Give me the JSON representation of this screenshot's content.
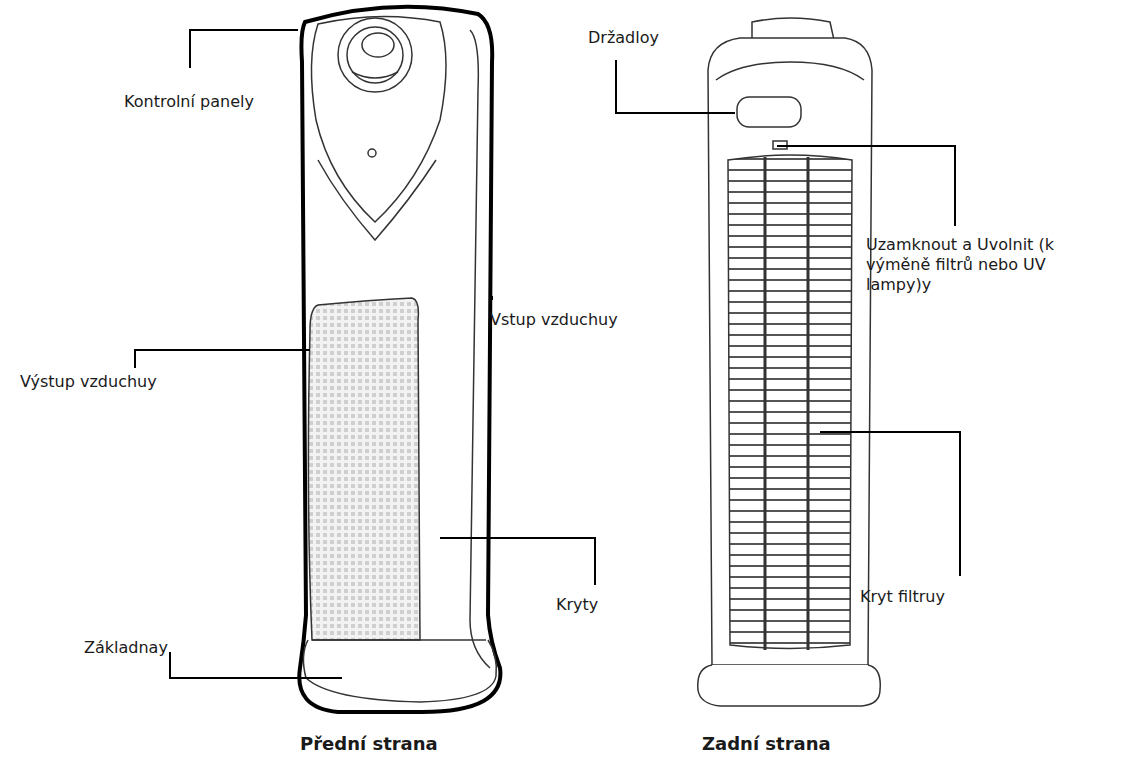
{
  "diagram": {
    "labels": [
      "Kontrolní panely",
      "Držadloy",
      "Uzamknout a Uvolnit (k výměně filtrů nebo UV lampy)y",
      "Vstup vzduchuy",
      "Výstup vzduchuy",
      "Kryt filtruy",
      "Kryty",
      "Základnay",
      "Přední strana",
      "Zadní strana"
    ]
  }
}
